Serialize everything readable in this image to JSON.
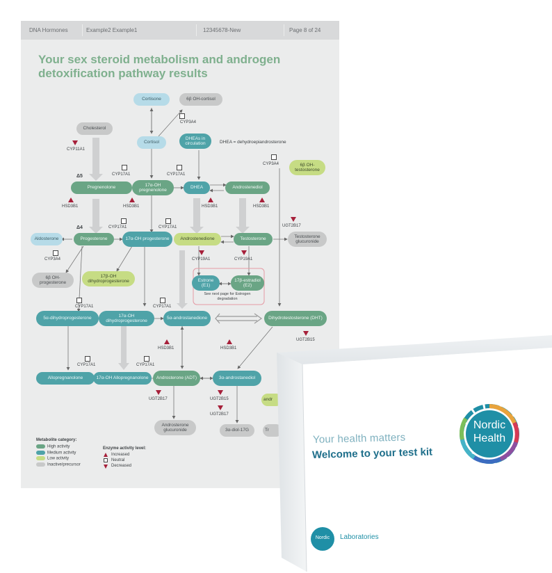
{
  "header": {
    "product": "DNA Hormones",
    "patient": "Example2 Example1",
    "id": "12345678-New",
    "page": "Page 8 of 24"
  },
  "title": "Your sex steroid metabolism and androgen detoxification pathway results",
  "nodes": {
    "cortisone": "Cortisone",
    "oh_cortisol": "6β OH-cortisol",
    "cholesterol": "Cholesterol",
    "cortisol": "Cortisol",
    "dheas": "DHEAs in circulation",
    "pregnenolone": "Pregnenolone",
    "oh_pregnenolone": "17α-OH pregnenolone",
    "dhea": "DHEA",
    "androstenediol": "Androstenediol",
    "oh_testosterone": "6β OH-testosterone",
    "aldosterone": "Aldosterone",
    "progesterone": "Progesterone",
    "oh_progesterone": "17α-OH progesterone",
    "androstenedione": "Androstenedione",
    "testosterone": "Testosterone",
    "testosterone_gluc": "Testosterone glucuronide",
    "oh6_progesterone": "6β OH-progesterone",
    "dihydroprog17": "17β-OH dihydroprogesterone",
    "estrone": "Estrone (E1)",
    "estradiol": "17β-estradiol (E2)",
    "dihydroprog5": "5α-dihydroprogesterone",
    "oh_dihydroprog": "17α-OH dihydroprogesterone",
    "androstanedione": "5α-androstanedione",
    "dht": "Dihydrotestosterone (DHT)",
    "allopregnanolone": "Allopregnanolone",
    "oh_allopreg": "17α-OH Allopregnanolone",
    "androsterone": "Androsterone (ADT)",
    "androstanediol": "3α-androstanediol",
    "andr_partial": "andr",
    "andro_gluc": "Androsterone glucuronide",
    "diol17g": "3α-diol-17G",
    "tr_partial": "Tr"
  },
  "enzymes": {
    "cyp3a4": "CYP3A4",
    "cyp11a1": "CYP11A1",
    "cyp17a1": "CYP17A1",
    "hsd3b1": "HSD3B1",
    "cyp19a1": "CYP19A1",
    "ugt2b17": "UGT2B17",
    "ugt2b15": "UGT2B15"
  },
  "labels": {
    "dhea_def": "DHEA = dehydroepiandrosterone",
    "d5": "Δ5",
    "d4": "Δ4",
    "estrogen_note": "See next page for Estrogen degradation"
  },
  "legend": {
    "metabolite_title": "Metabolite category:",
    "high": "High activity",
    "medium": "Medium activity",
    "low": "Low activity",
    "inactive": "Inactive/precursor",
    "enzyme_title": "Enzyme activity level:",
    "increased": "Increased",
    "neutral": "Neutral",
    "decreased": "Decreased"
  },
  "kit": {
    "tagline": "Your health matters",
    "headline": "Welcome to your test kit",
    "brand_line1": "Nordic",
    "brand_line2": "Health",
    "footer_brand": "Nordic",
    "footer_text": "Laboratories"
  },
  "colors": {
    "title_green": "#7fb08e",
    "high": "#6aa585",
    "medium": "#4fa3a8",
    "low": "#c6dc84",
    "inactive": "#c8c9c9",
    "increased": "#a6203a",
    "brand_teal": "#1f8fa6"
  }
}
